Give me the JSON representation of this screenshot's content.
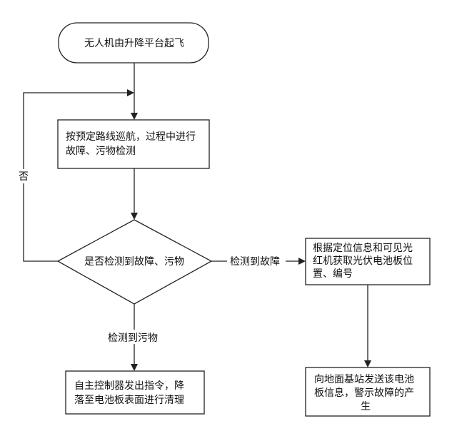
{
  "nodes": {
    "start": {
      "lines": [
        "无人机由升降平台起飞"
      ]
    },
    "patrol": {
      "lines": [
        "按预定路线巡航，过程中进行",
        "故障、污物检测"
      ]
    },
    "decision": {
      "lines": [
        "是否检测到故障、污物"
      ]
    },
    "locate": {
      "lines": [
        "根据定位信息和可见光",
        "红机获取光伏电池板位",
        "置、编号"
      ]
    },
    "clean": {
      "lines": [
        "自主控制器发出指令，降",
        "落至电池板表面进行清理"
      ]
    },
    "report": {
      "lines": [
        "向地面基站发送该电池",
        "板信息，警示故障的产",
        "生"
      ]
    }
  },
  "edges": {
    "no_label": "否",
    "fault_label": "检测到故障",
    "dirt_label": "检测到污物"
  }
}
